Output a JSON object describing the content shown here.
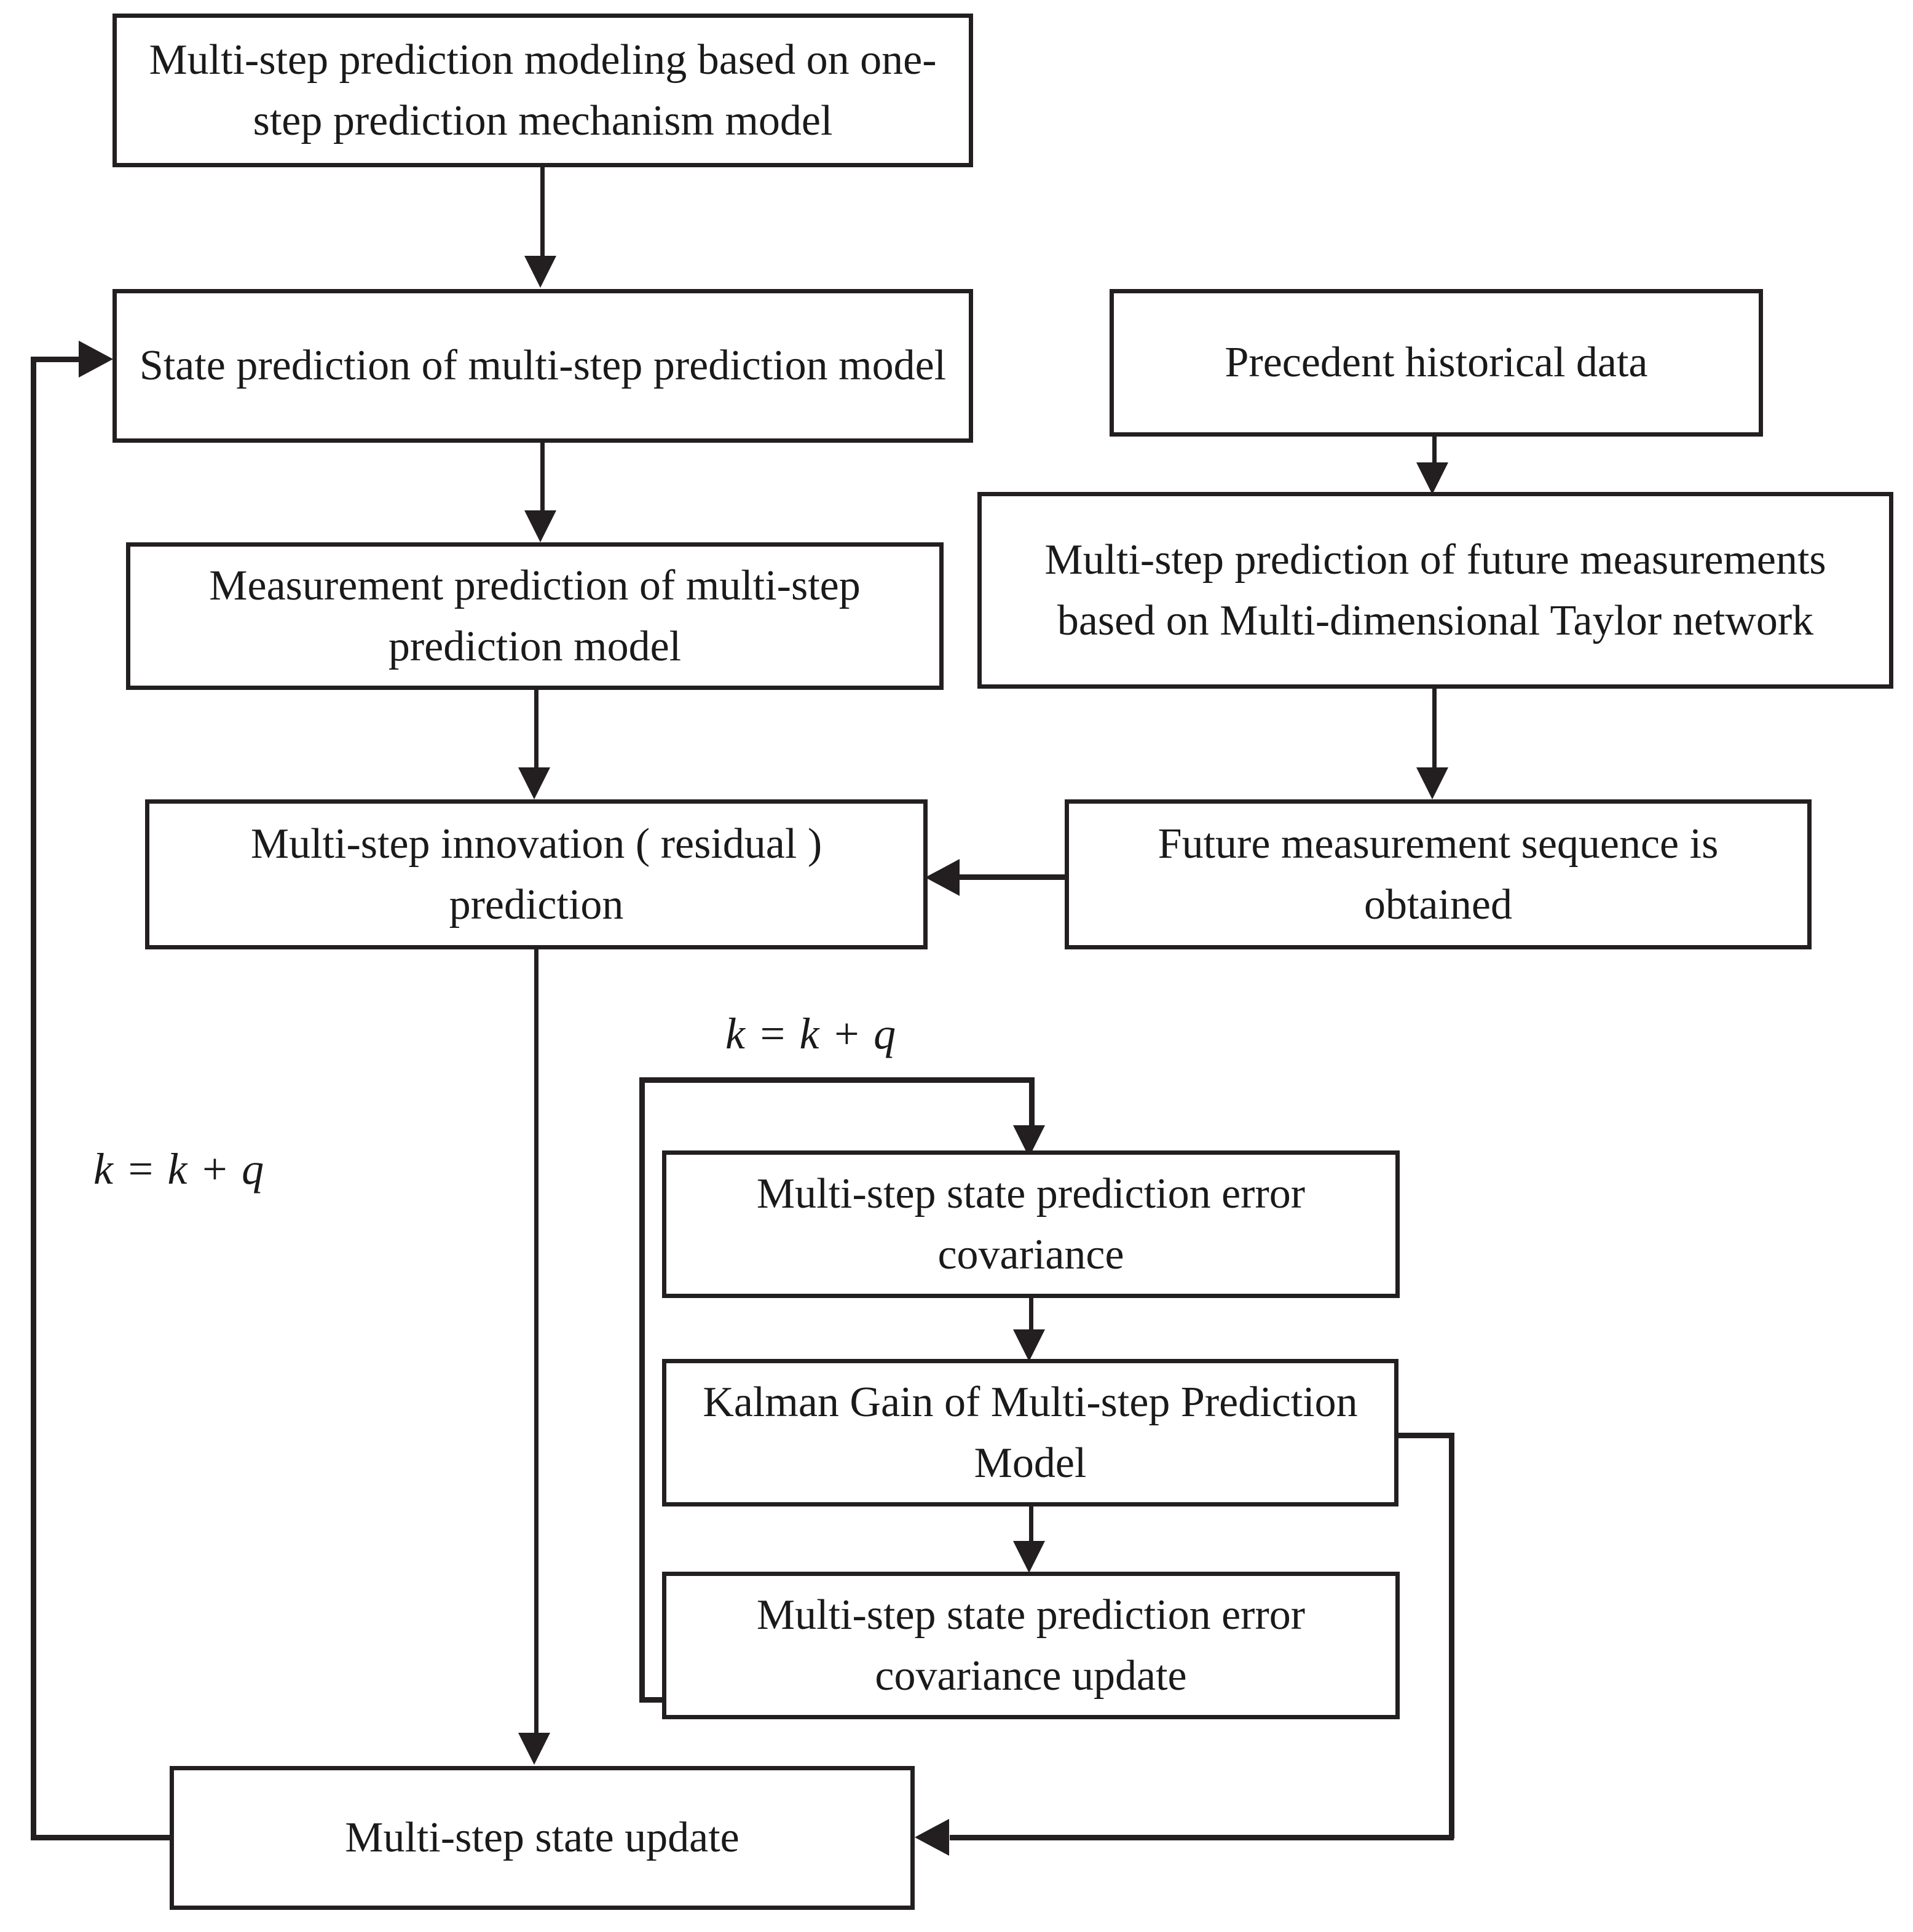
{
  "diagram": {
    "title": "Multi-step prediction Kalman filter flowchart",
    "line_color": "#231f20",
    "background": "#ffffff",
    "nodes": [
      {
        "id": "modeling",
        "label": "Multi-step prediction modeling based on one-step prediction mechanism model"
      },
      {
        "id": "state_pred",
        "label": "State prediction of multi-step prediction model"
      },
      {
        "id": "meas_pred",
        "label": "Measurement prediction of multi-step prediction model"
      },
      {
        "id": "innovation",
        "label": "Multi-step innovation ( residual ) prediction"
      },
      {
        "id": "hist_data",
        "label": "Precedent historical data"
      },
      {
        "id": "mdtn_pred",
        "label": "Multi-step prediction of future measurements based on Multi-dimensional Taylor network"
      },
      {
        "id": "future_seq",
        "label": "Future measurement sequence  is obtained"
      },
      {
        "id": "err_cov",
        "label": "Multi-step state prediction error covariance"
      },
      {
        "id": "kalman_gain",
        "label": "Kalman Gain of Multi-step Prediction Model"
      },
      {
        "id": "err_cov_update",
        "label": "Multi-step state prediction error covariance update"
      },
      {
        "id": "state_update",
        "label": "Multi-step state update"
      }
    ],
    "edge_labels": [
      {
        "id": "loop_left",
        "text": "k = k + q"
      },
      {
        "id": "loop_right",
        "text": "k = k + q"
      }
    ]
  }
}
